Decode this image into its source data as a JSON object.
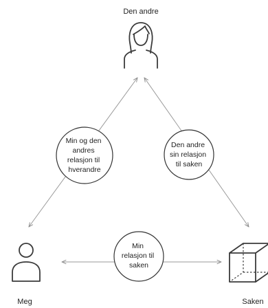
{
  "nodes": {
    "top": {
      "label": "Den andre",
      "icon": "woman-icon"
    },
    "bottom_left": {
      "label": "Meg",
      "icon": "person-icon"
    },
    "bottom_right": {
      "label": "Saken",
      "icon": "cube-icon"
    }
  },
  "relations": {
    "left": [
      "Min og den",
      "andres",
      "relasjon til",
      "hverandre"
    ],
    "right": [
      "Den andre",
      "sin relasjon",
      "til saken"
    ],
    "bottom": [
      "Min",
      "relasjon til",
      "saken"
    ]
  },
  "colors": {
    "line": "#9a9a9a",
    "stroke": "#333333"
  }
}
